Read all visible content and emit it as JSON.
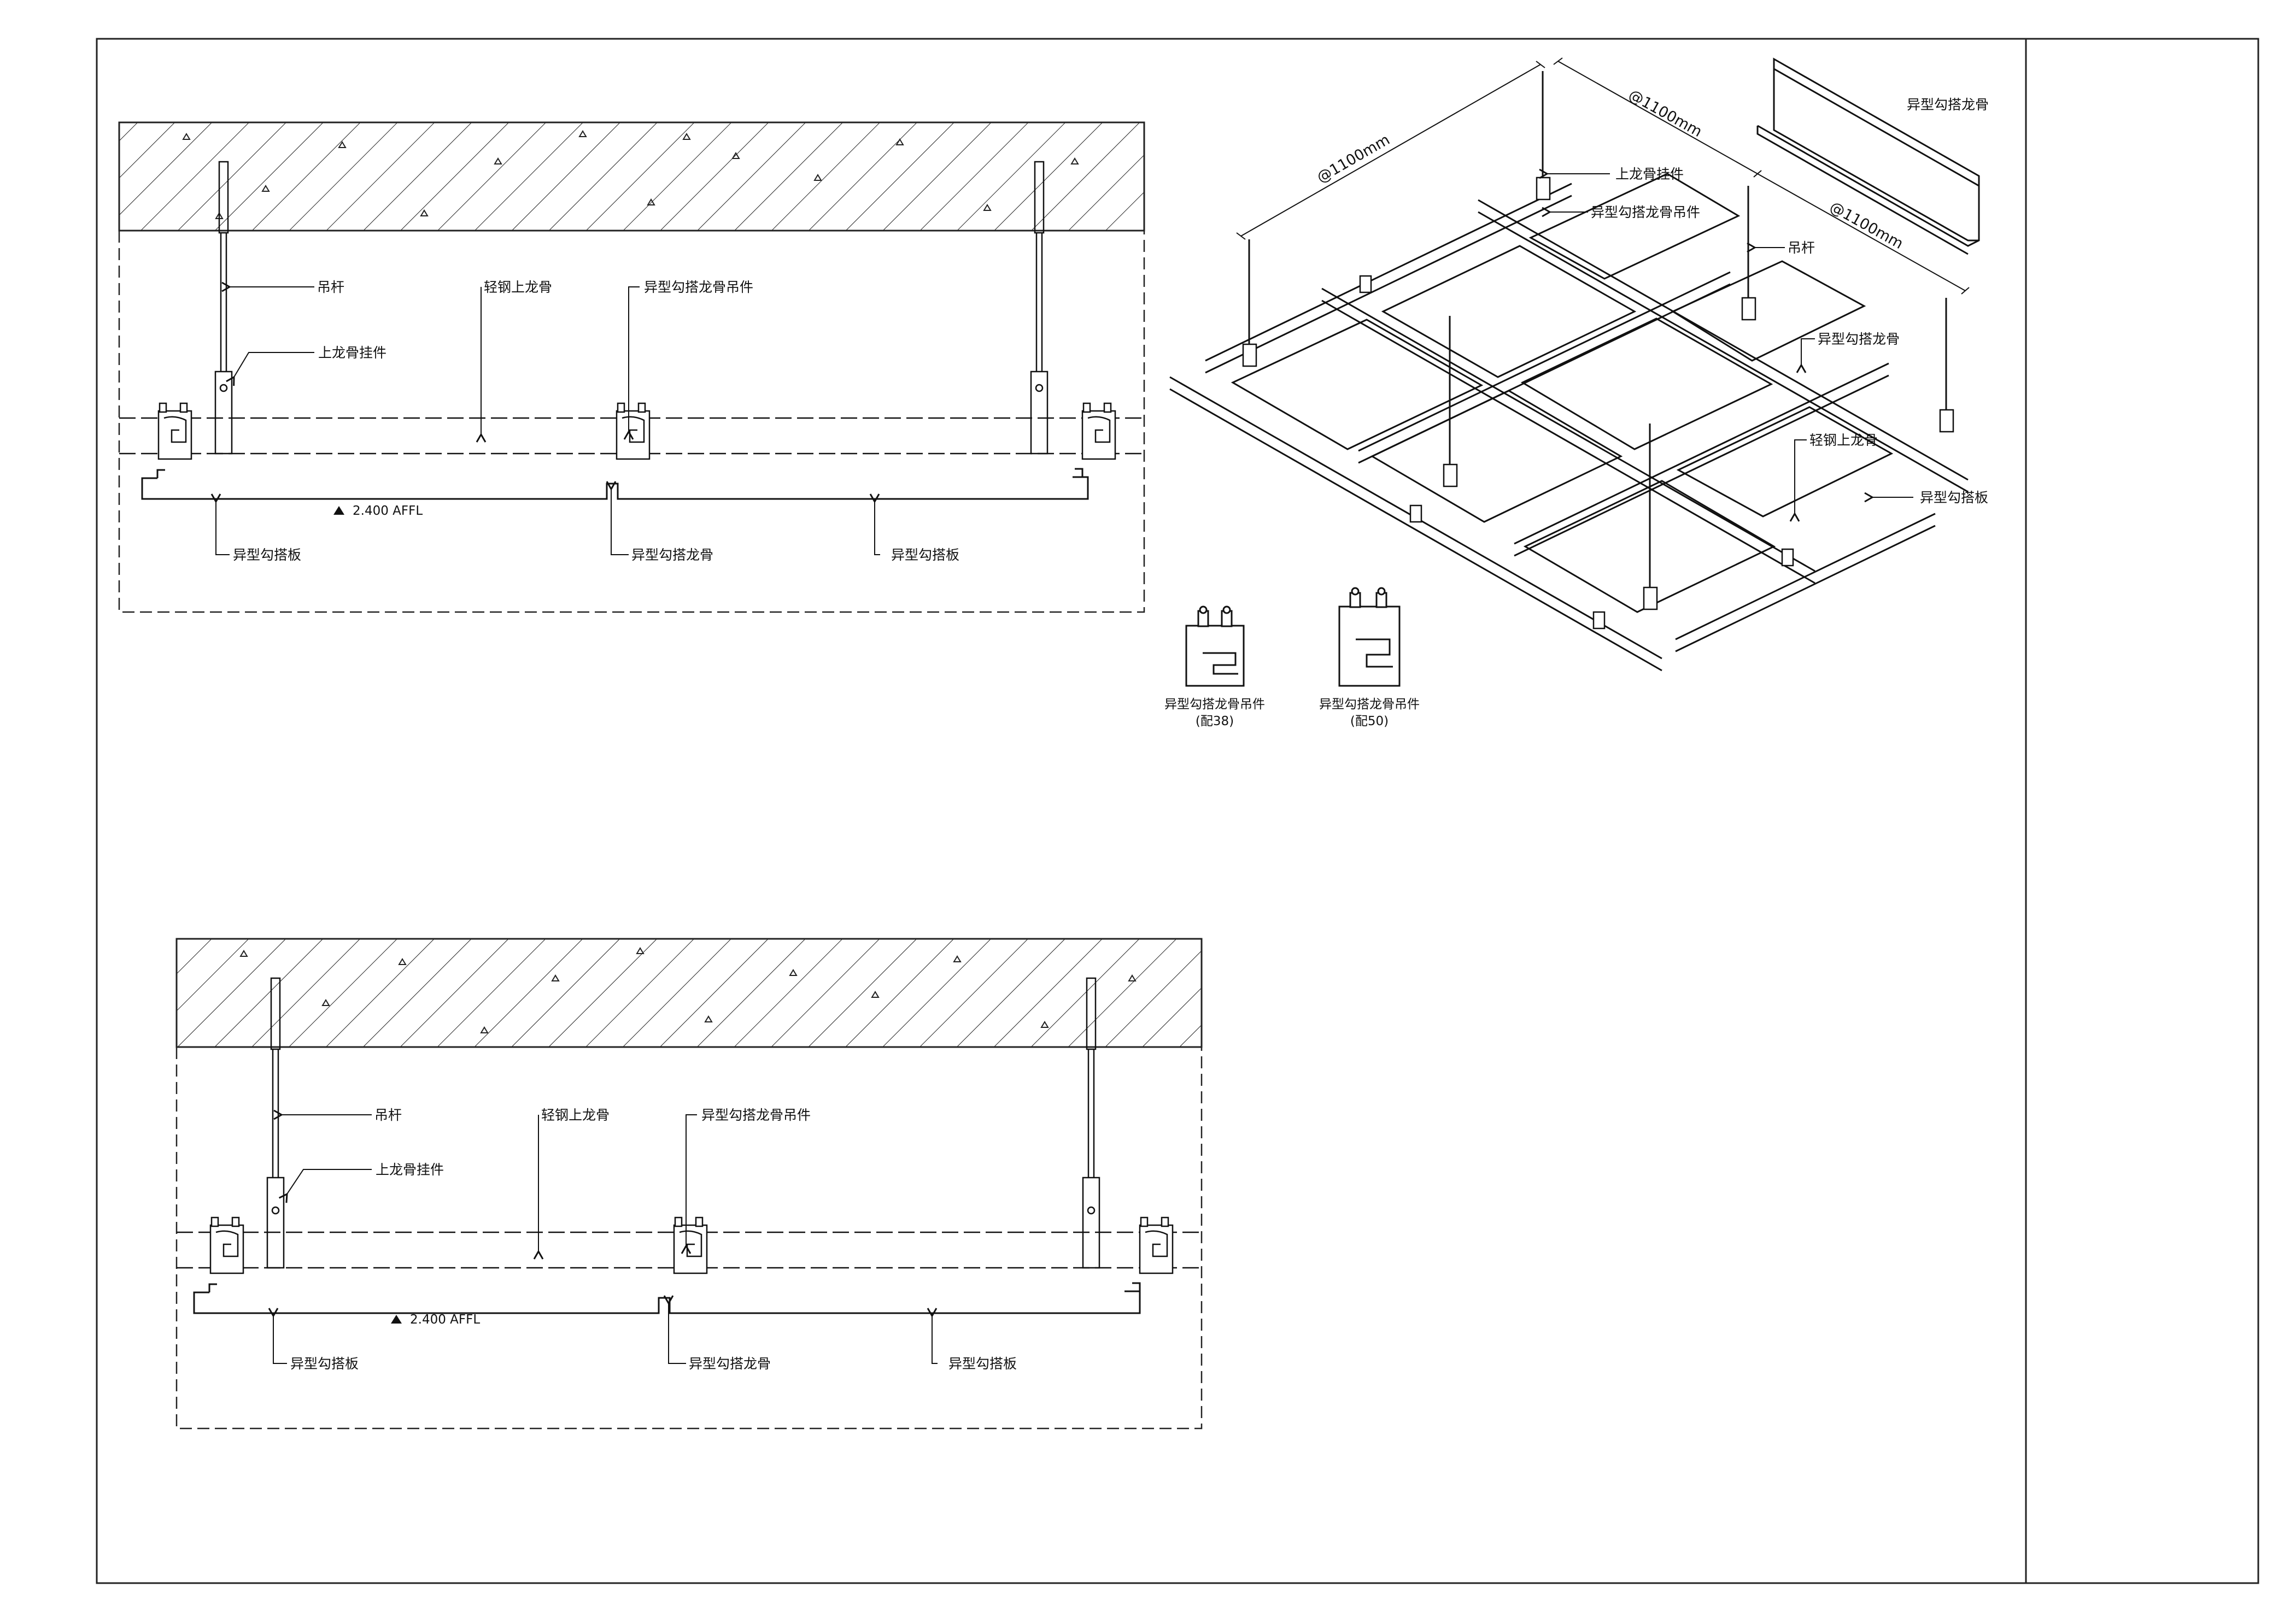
{
  "detail_top": {
    "labels": {
      "hanger_rod": "吊杆",
      "main_runner_clip": "上龙骨挂件",
      "light_steel_runner": "轻钢上龙骨",
      "hook_runner_clip": "异型勾搭龙骨吊件",
      "panel_left": "异型勾搭板",
      "hook_runner": "异型勾搭龙骨",
      "panel_right": "异型勾搭板",
      "level": "2.400 AFFL"
    }
  },
  "detail_bottom": {
    "labels": {
      "hanger_rod": "吊杆",
      "main_runner_clip": "上龙骨挂件",
      "light_steel_runner": "轻钢上龙骨",
      "hook_runner_clip": "异型勾搭龙骨吊件",
      "panel_left": "异型勾搭板",
      "hook_runner": "异型勾搭龙骨",
      "panel_right": "异型勾搭板",
      "level": "2.400 AFFL"
    }
  },
  "iso": {
    "dimensions": {
      "span_a": "@1100mm",
      "span_b": "@1100mm",
      "span_c": "@1100mm"
    },
    "labels": {
      "profile_runner": "异型勾搭龙骨",
      "main_runner_clip": "上龙骨挂件",
      "hook_runner_clip": "异型勾搭龙骨吊件",
      "hanger_rod": "吊杆",
      "hook_runner": "异型勾搭龙骨",
      "light_steel_runner": "轻钢上龙骨",
      "panel": "异型勾搭板"
    },
    "clips": [
      {
        "name": "异型勾搭龙骨吊件",
        "spec": "(配38)"
      },
      {
        "name": "异型勾搭龙骨吊件",
        "spec": "(配50)"
      }
    ]
  },
  "colors": {
    "line": "#111111",
    "paper": "#ffffff"
  }
}
